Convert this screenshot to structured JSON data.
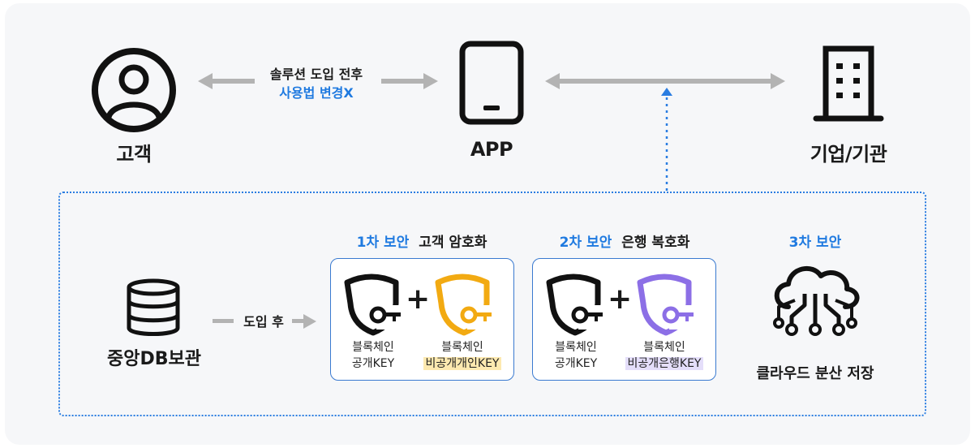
{
  "customer": {
    "label": "고객"
  },
  "app": {
    "label": "APP"
  },
  "institution": {
    "label": "기업/기관"
  },
  "solution_note": {
    "line1": "솔루션 도입 전후",
    "line2": "사용법 변경X"
  },
  "central_db": {
    "label": "중앙DB보관"
  },
  "after_intro": {
    "label": "도입 후"
  },
  "security1": {
    "num": "1차 보안",
    "desc": "고객 암호화",
    "key_a": {
      "line1": "블록체인",
      "line2": "공개KEY"
    },
    "key_b": {
      "line1": "블록체인",
      "line2": "비공개개인KEY"
    }
  },
  "security2": {
    "num": "2차 보안",
    "desc": "은행 복호화",
    "key_a": {
      "line1": "블록체인",
      "line2": "공개KEY"
    },
    "key_b": {
      "line1": "블록체인",
      "line2": "비공개은행KEY"
    }
  },
  "security3": {
    "num": "3차 보안",
    "cloud_label": "클라우드 분산 저장"
  },
  "plus": "+",
  "colors": {
    "accent_blue": "#1f7ae0",
    "key_yellow": "#f2aa12",
    "key_purple": "#8c6fe6",
    "arrow_gray": "#b3b3b3"
  },
  "icons": [
    "user-circle-icon",
    "tablet-icon",
    "building-icon",
    "database-icon",
    "shield-key-icon",
    "cloud-network-icon"
  ]
}
